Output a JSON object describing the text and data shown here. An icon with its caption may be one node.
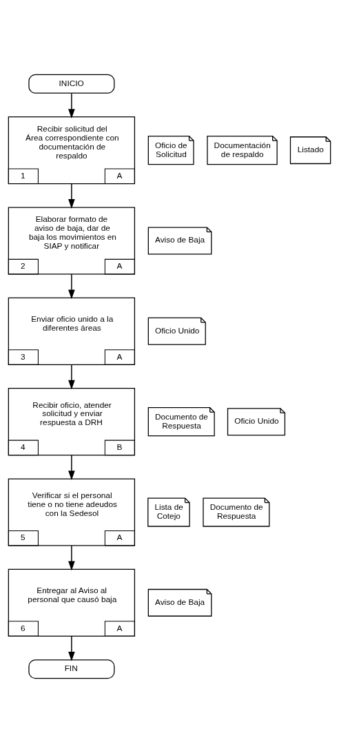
{
  "diagram": {
    "nodes": [
      {
        "text": [
          "INICIO"
        ]
      },
      {
        "text": [
          "Recibir solicitud del Área correspondiente con documentación de respaldo",
          "1",
          "A"
        ]
      },
      {
        "text": [
          "Listado"
        ]
      },
      {
        "text": [
          "Documentación de respaldo"
        ]
      },
      {
        "text": [
          "Oficio de Solicitud"
        ]
      },
      {
        "text": [
          "Elaborar formato de aviso de baja, dar de baja los movimientos en SIAP y notificar",
          "2",
          "A"
        ]
      },
      {
        "text": [
          "Aviso de Baja"
        ]
      },
      {
        "text": [
          "Enviar oficio unido a la diferentes áreas",
          "3",
          "A"
        ]
      },
      {
        "text": [
          "Oficio Unido"
        ]
      },
      {
        "text": [
          "Recibir oficio, atender solicitud y enviar respuesta a DRH",
          "4",
          "B"
        ]
      },
      {
        "text": [
          "Oficio Unido"
        ]
      },
      {
        "text": [
          "Documento de Respuesta"
        ]
      },
      {
        "text": [
          "Verificar si el personal tiene o no tiene adeudos con la Sedesol",
          "5",
          "A"
        ]
      },
      {
        "text": [
          "Documento de Respuesta"
        ]
      },
      {
        "text": [
          "Lista de Cotejo"
        ]
      },
      {
        "text": [
          "Entregar al Aviso al personal que causó baja",
          "6",
          "A"
        ]
      },
      {
        "text": [
          "Aviso de Baja"
        ]
      },
      {
        "text": [
          "FIN"
        ]
      }
    ],
    "edges": [
      {
        "from": 0,
        "to": 1,
        "arrow": "to"
      },
      {
        "from": 1,
        "to": 5,
        "arrow": "to"
      },
      {
        "from": 5,
        "to": 7,
        "arrow": "to"
      },
      {
        "from": 7,
        "to": 9,
        "arrow": "to"
      },
      {
        "from": 9,
        "to": 12,
        "arrow": "to"
      },
      {
        "from": 12,
        "to": 15,
        "arrow": "to"
      },
      {
        "from": 15,
        "to": 17,
        "arrow": "to"
      }
    ]
  }
}
